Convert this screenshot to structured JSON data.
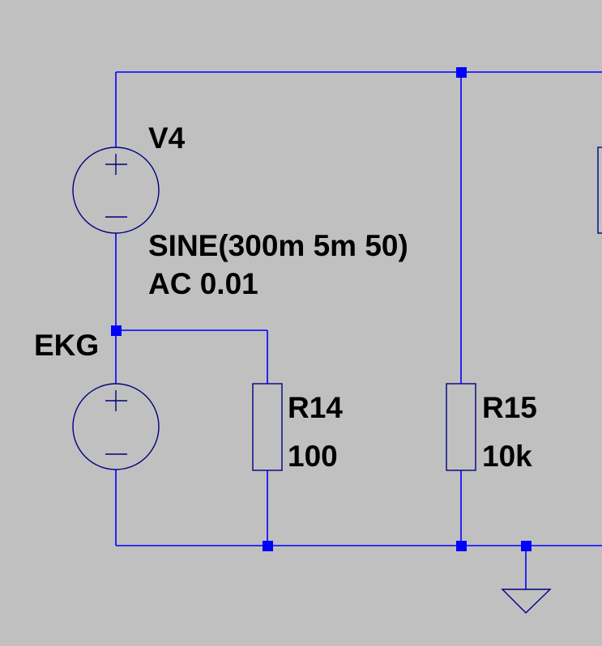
{
  "schematic": {
    "background": "#c0c0c0",
    "wire_color": "#0000ff",
    "symbol_color": "#000080",
    "components": {
      "v4": {
        "name": "V4",
        "value_line1": "SINE(300m 5m 50)",
        "value_line2": "AC 0.01"
      },
      "ekg": {
        "name": "EKG"
      },
      "r14": {
        "name": "R14",
        "value": "100"
      },
      "r15": {
        "name": "R15",
        "value": "10k"
      }
    },
    "ground": {
      "icon": "ground-symbol-icon"
    }
  }
}
